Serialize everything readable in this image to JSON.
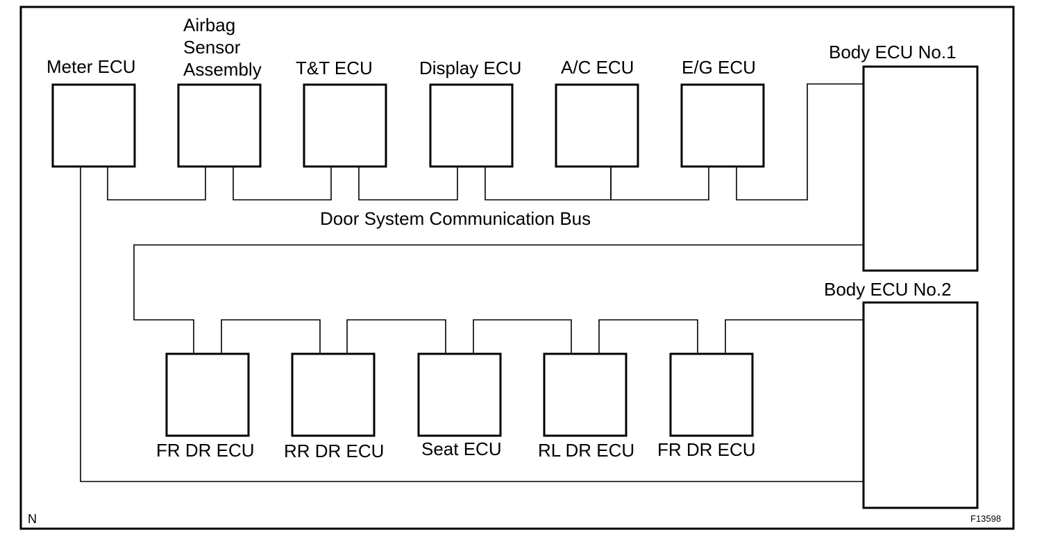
{
  "diagram": {
    "ecus_top": [
      {
        "id": "meter",
        "label": "Meter ECU"
      },
      {
        "id": "airbag",
        "label_lines": [
          "Airbag",
          "Sensor",
          "Assembly"
        ]
      },
      {
        "id": "tt",
        "label": "T&T ECU"
      },
      {
        "id": "display",
        "label": "Display ECU"
      },
      {
        "id": "ac",
        "label": "A/C ECU"
      },
      {
        "id": "eg",
        "label": "E/G ECU"
      }
    ],
    "body_ecus": [
      {
        "id": "body1",
        "label": "Body ECU No.1"
      },
      {
        "id": "body2",
        "label": "Body ECU No.2"
      }
    ],
    "ecus_bottom": [
      {
        "id": "fr_dr_1",
        "label": "FR DR ECU"
      },
      {
        "id": "rr_dr",
        "label": "RR DR ECU"
      },
      {
        "id": "seat",
        "label": "Seat ECU"
      },
      {
        "id": "rl_dr",
        "label": "RL DR ECU"
      },
      {
        "id": "fr_dr_2",
        "label": "FR DR ECU"
      }
    ],
    "bus_label": "Door System Communication Bus",
    "corner_mark": "N",
    "figure_code": "F13598"
  }
}
